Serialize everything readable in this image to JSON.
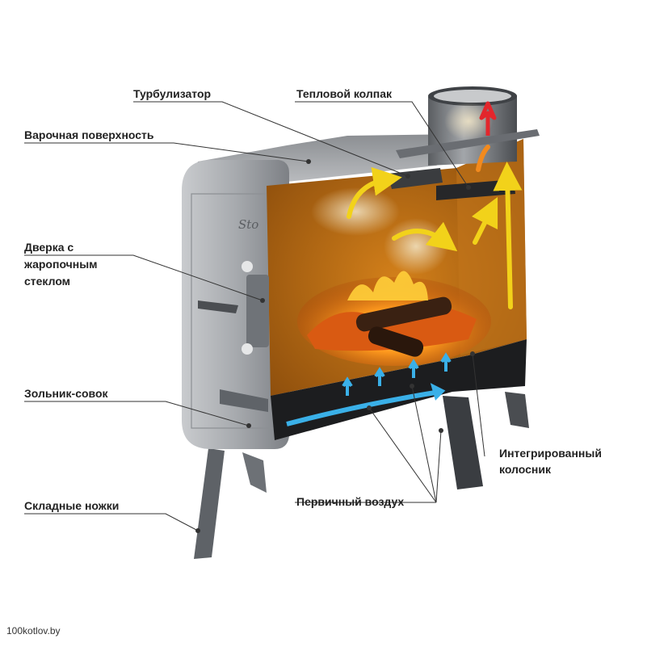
{
  "labels": {
    "turbulizer": "Турбулизатор",
    "heat_cap": "Тепловой колпак",
    "cooking_surface": "Варочная поверхность",
    "door_line1": "Дверка с",
    "door_line2": "жаропочным",
    "door_line3": "стеклом",
    "ash_scoop": "Зольник-совок",
    "folding_legs": "Складные ножки",
    "primary_air": "Первичный воздух",
    "grate_line1": "Интегрированный",
    "grate_line2": "колосник"
  },
  "logo_text": "Sto",
  "watermark": "100kotlov.by",
  "colors": {
    "steel": "#9a9ea3",
    "steel_dark": "#55595e",
    "interior": "#b86a12",
    "fire": "#ff8a1e",
    "hot_air": "#f2d21a",
    "cold_air": "#3ab0e8",
    "exhaust": "#e3262c"
  }
}
